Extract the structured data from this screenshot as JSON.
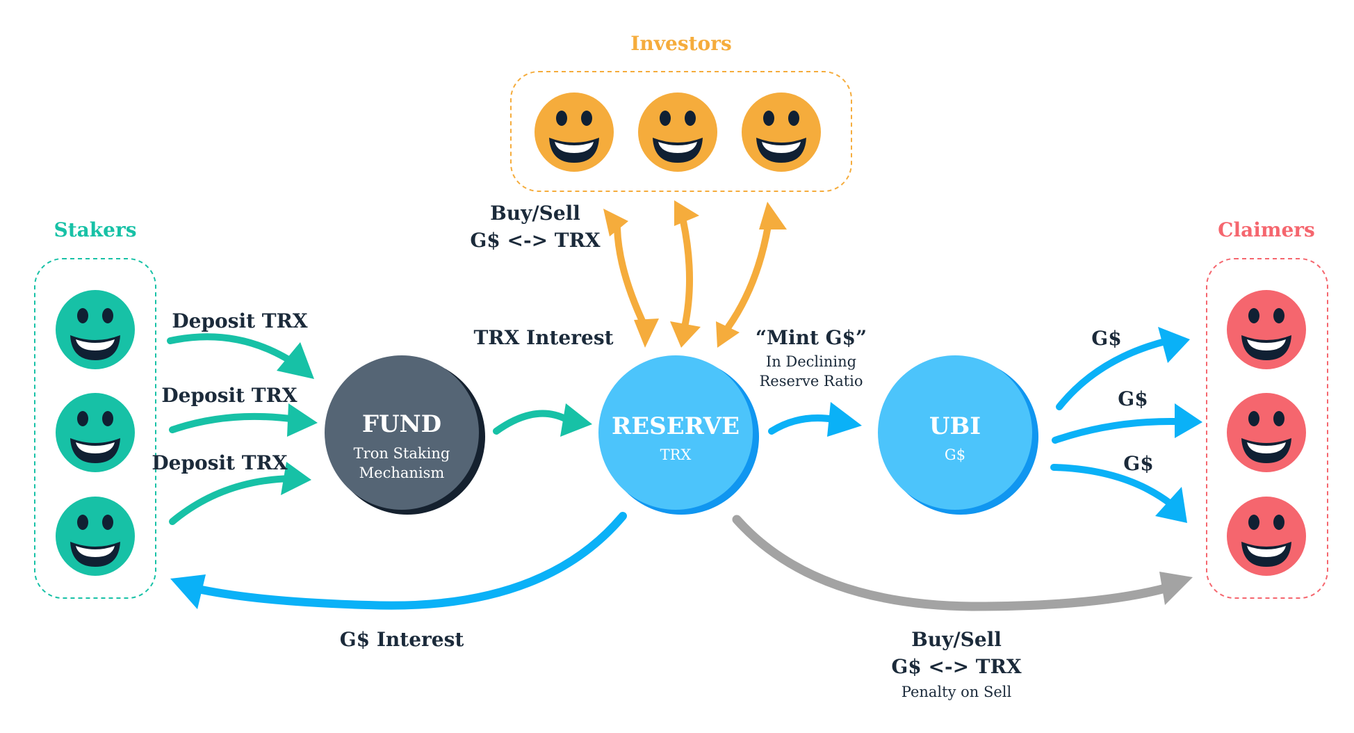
{
  "groups": {
    "investors": {
      "title": "Investors",
      "color": "#f5ac3c"
    },
    "stakers": {
      "title": "Stakers",
      "color": "#17c1a6"
    },
    "claimers": {
      "title": "Claimers",
      "color": "#f5666e"
    }
  },
  "nodes": {
    "fund": {
      "title": "FUND",
      "subtitle_line1": "Tron Staking",
      "subtitle_line2": "Mechanism",
      "color": "#556575",
      "shadow": "#15212f"
    },
    "reserve": {
      "title": "RESERVE",
      "subtitle": "TRX",
      "color": "#4cc4fb",
      "shadow": "#1096f0"
    },
    "ubi": {
      "title": "UBI",
      "subtitle": "G$",
      "color": "#4cc4fb",
      "shadow": "#1096f0"
    }
  },
  "labels": {
    "deposit_1": "Deposit TRX",
    "deposit_2": "Deposit TRX",
    "deposit_3": "Deposit TRX",
    "trx_interest": "TRX Interest",
    "investor_trade_line1": "Buy/Sell",
    "investor_trade_line2": "G$ <-> TRX",
    "mint_title": "“Mint G$”",
    "mint_line1": "In Declining",
    "mint_line2": "Reserve Ratio",
    "claim_1": "G$",
    "claim_2": "G$",
    "claim_3": "G$",
    "g_interest": "G$ Interest",
    "claimer_trade_line1": "Buy/Sell",
    "claimer_trade_line2": "G$ <-> TRX",
    "claimer_trade_line3": "Penalty on Sell"
  },
  "colors": {
    "teal": "#17c1a6",
    "blue": "#0ab1f7",
    "orange": "#f5ac3c",
    "gray": "#a3a3a3",
    "red": "#f5666e",
    "dark_text": "#1b2a3a"
  }
}
